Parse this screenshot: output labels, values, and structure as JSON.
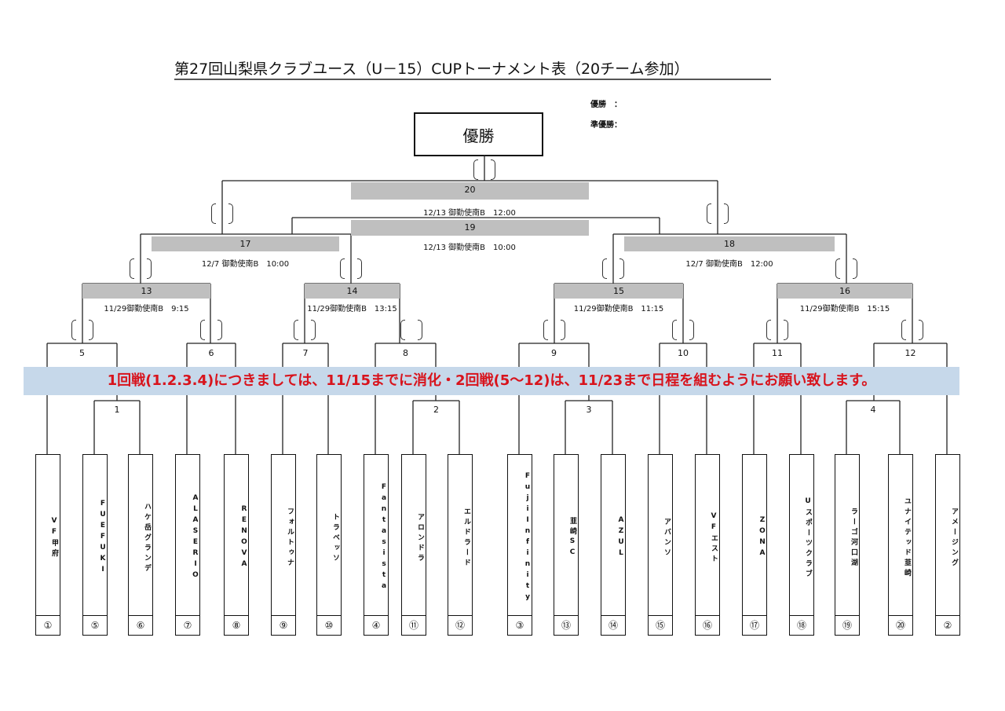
{
  "title": "第27回山梨県クラブユース（U－15）CUPトーナメント表（20チーム参加）",
  "results": {
    "champion_label": "優勝　：",
    "runner_up_label": "準優勝："
  },
  "champion_box": "優勝",
  "notice": "1回戦(1.2.3.4)につきましては、11/15までに消化・2回戦(5〜12)は、11/23まで日程を組むようにお願い致します。",
  "teams": [
    {
      "name": "VF甲府",
      "seed": "①"
    },
    {
      "name": "FUEFUKI",
      "seed": "⑤"
    },
    {
      "name": "ハケ岳グランデ",
      "seed": "⑥"
    },
    {
      "name": "ALASERIO",
      "seed": "⑦"
    },
    {
      "name": "RENOVA",
      "seed": "⑧"
    },
    {
      "name": "フォルトゥナ",
      "seed": "⑨"
    },
    {
      "name": "トラベッソ",
      "seed": "⑩"
    },
    {
      "name": "Fantasista",
      "seed": "④"
    },
    {
      "name": "アロンドラ",
      "seed": "⑪"
    },
    {
      "name": "エルドラード",
      "seed": "⑫"
    },
    {
      "name": "FujiInfinity",
      "seed": "③"
    },
    {
      "name": "韮崎SC",
      "seed": "⑬"
    },
    {
      "name": "AZUL",
      "seed": "⑭"
    },
    {
      "name": "アバンソ",
      "seed": "⑮"
    },
    {
      "name": "VFエスト",
      "seed": "⑯"
    },
    {
      "name": "ZONA",
      "seed": "⑰"
    },
    {
      "name": "Uスポーツクラブ",
      "seed": "⑱"
    },
    {
      "name": "ラーゴ河口湖",
      "seed": "⑲"
    },
    {
      "name": "ユナイテッド韮崎",
      "seed": "⑳"
    },
    {
      "name": "アメージング",
      "seed": "②"
    }
  ],
  "matches": [
    {
      "no": "1"
    },
    {
      "no": "2"
    },
    {
      "no": "3"
    },
    {
      "no": "4"
    },
    {
      "no": "5"
    },
    {
      "no": "6"
    },
    {
      "no": "7"
    },
    {
      "no": "8"
    },
    {
      "no": "9"
    },
    {
      "no": "10"
    },
    {
      "no": "11"
    },
    {
      "no": "12"
    },
    {
      "no": "13",
      "schedule": "11/29御勤使南B　9:15"
    },
    {
      "no": "14",
      "schedule": "11/29御勤使南B　13:15"
    },
    {
      "no": "15",
      "schedule": "11/29御勤使南B　11:15"
    },
    {
      "no": "16",
      "schedule": "11/29御勤使南B　15:15"
    },
    {
      "no": "17",
      "schedule": "12/7 御勤使南B　10:00"
    },
    {
      "no": "18",
      "schedule": "12/7 御勤使南B　12:00"
    },
    {
      "no": "19",
      "schedule": "12/13 御勤使南B　10:00"
    },
    {
      "no": "20",
      "schedule": "12/13 御勤使南B　12:00"
    }
  ]
}
